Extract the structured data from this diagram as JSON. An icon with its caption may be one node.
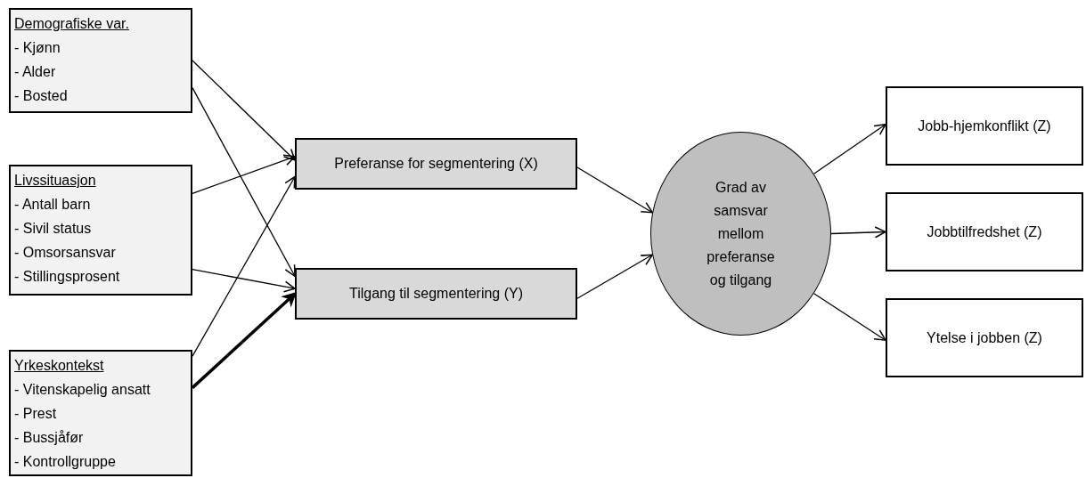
{
  "diagram": {
    "nodes": [
      {
        "text": [
          "Demografiske var.",
          "- Kjønn",
          "- Alder",
          "- Bosted"
        ]
      },
      {
        "text": [
          "Livssituasjon",
          "- Antall barn",
          "- Sivil status",
          "- Omsorsansvar",
          "- Stillingsprosent"
        ]
      },
      {
        "text": [
          "Yrkeskontekst",
          "- Vitenskapelig ansatt",
          "- Prest",
          "- Bussjåfør",
          "- Kontrollgruppe"
        ]
      },
      {
        "text": [
          "Preferanse for segmentering (X)"
        ]
      },
      {
        "text": [
          "Tilgang til segmentering (Y)"
        ]
      },
      {
        "text": [
          "Grad av samsvar mellom preferanse og tilgang"
        ]
      },
      {
        "text": [
          "Jobb-hjemkonflikt (Z)"
        ]
      },
      {
        "text": [
          "Jobbtilfredshet (Z)"
        ]
      },
      {
        "text": [
          "Ytelse i jobben (Z)"
        ]
      }
    ],
    "edges": [
      {
        "from": 0,
        "to": 3,
        "arrow": "to"
      },
      {
        "from": 0,
        "to": 4,
        "arrow": "to"
      },
      {
        "from": 1,
        "to": 3,
        "arrow": "to"
      },
      {
        "from": 1,
        "to": 4,
        "arrow": "to"
      },
      {
        "from": 2,
        "to": 3,
        "arrow": "to"
      },
      {
        "from": 2,
        "to": 4,
        "arrow": "to",
        "style": "thick"
      },
      {
        "from": 3,
        "to": 5,
        "arrow": "to"
      },
      {
        "from": 4,
        "to": 5,
        "arrow": "to"
      },
      {
        "from": 5,
        "to": 6,
        "arrow": "to"
      },
      {
        "from": 5,
        "to": 7,
        "arrow": "to"
      },
      {
        "from": 5,
        "to": 8,
        "arrow": "to"
      }
    ]
  }
}
